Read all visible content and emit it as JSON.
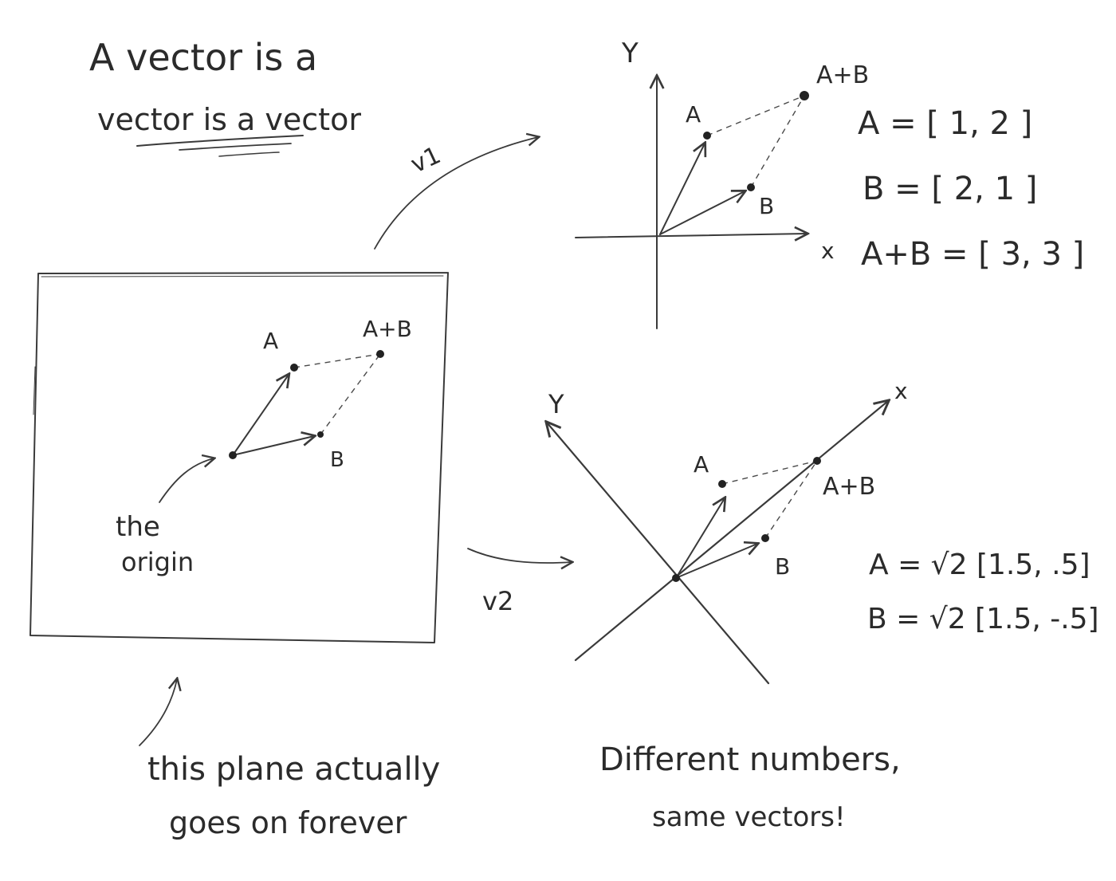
{
  "title": {
    "line1": "A vector is a",
    "line2": "vector is a vector"
  },
  "transforms": {
    "v1": "v1",
    "v2": "v2"
  },
  "plane": {
    "label_a": "A",
    "label_b": "B",
    "label_sum": "A+B",
    "origin_line1": "the",
    "origin_line2": "origin",
    "note_line1": "this plane actually",
    "note_line2": "goes on forever"
  },
  "standard_axes": {
    "axis_x": "x",
    "axis_y": "Y",
    "label_a": "A",
    "label_b": "B",
    "label_sum": "A+B",
    "eq_a": "A = [ 1, 2 ]",
    "eq_b": "B = [ 2, 1 ]",
    "eq_sum": "A+B = [ 3, 3 ]"
  },
  "rotated_axes": {
    "axis_x": "x",
    "axis_y": "Y",
    "label_a": "A",
    "label_b": "B",
    "label_sum": "A+B",
    "eq_a": "A = √2 [1.5, .5]",
    "eq_b": "B = √2 [1.5, -.5]"
  },
  "caption": {
    "line1": "Different numbers,",
    "line2": "same vectors!"
  }
}
